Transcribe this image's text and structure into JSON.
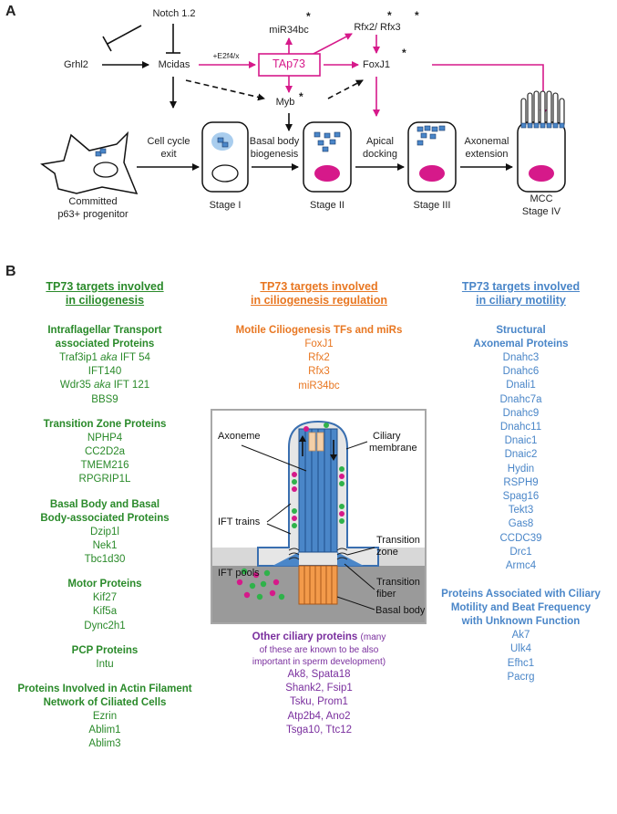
{
  "panel_a": {
    "letter": "A",
    "nodes": {
      "notch": "Notch 1.2",
      "grhl2": "Grhl2",
      "mcidas": "Mcidas",
      "e2f": "+E2f4/x",
      "tap73": "TAp73",
      "mir34": "miR34bc",
      "rfx": "Rfx2/ Rfx3",
      "foxj1": "FoxJ1",
      "myb": "Myb",
      "star": "*"
    },
    "stages": {
      "progenitor_1": "Committed",
      "progenitor_2": "p63+ progenitor",
      "step1_1": "Cell cycle",
      "step1_2": "exit",
      "step2_1": "Basal body",
      "step2_2": "biogenesis",
      "step3_1": "Apical",
      "step3_2": "docking",
      "step4_1": "Axonemal",
      "step4_2": "extension",
      "stage1": "Stage I",
      "stage2": "Stage II",
      "stage3": "Stage III",
      "mcc_1": "MCC",
      "mcc_2": "Stage IV"
    },
    "colors": {
      "magenta": "#d6198a",
      "black": "#111111",
      "cell_blue": "#4a86c8"
    }
  },
  "panel_b": {
    "letter": "B",
    "col1": {
      "header_1": "TP73 targets involved",
      "header_2": "in ciliogenesis",
      "groups": [
        {
          "title_1": "Intraflagellar Transport",
          "title_2": "associated Proteins",
          "items": [
            "IFT140",
            "BBS9"
          ],
          "aka1_a": "Traf3ip1 ",
          "aka1_b": "aka",
          "aka1_c": " IFT 54",
          "aka2_a": "Wdr35 ",
          "aka2_b": "aka",
          "aka2_c": " IFT 121"
        },
        {
          "title_1": "Transition Zone Proteins",
          "items": [
            "NPHP4",
            "CC2D2a",
            "TMEM216",
            "RPGRIP1L"
          ]
        },
        {
          "title_1": "Basal Body and Basal",
          "title_2": "Body-associated Proteins",
          "items": [
            "Dzip1l",
            "Nek1",
            "Tbc1d30"
          ]
        },
        {
          "title_1": "Motor Proteins",
          "items": [
            "Kif27",
            "Kif5a",
            "Dync2h1"
          ]
        },
        {
          "title_1": "PCP Proteins",
          "items": [
            "Intu"
          ]
        },
        {
          "title_1": "Proteins Involved in Actin Filament",
          "title_2": "Network of Ciliated Cells",
          "items": [
            "Ezrin",
            "Ablim1",
            "Ablim3"
          ]
        }
      ]
    },
    "col2": {
      "header_1": "TP73 targets involved",
      "header_2": "in ciliogenesis regulation",
      "group_title": "Motile Ciliogenesis TFs and miRs",
      "items": [
        "FoxJ1",
        "Rfx2",
        "Rfx3",
        "miR34bc"
      ],
      "other_title": "Other ciliary proteins",
      "other_note_1": "(many",
      "other_note_2": "of these are known to be also",
      "other_note_3": "important in sperm development)",
      "other_items": [
        "Ak8, Spata18",
        "Shank2, Fsip1",
        "Tsku, Prom1",
        "Atp2b4, Ano2",
        "Tsga10, Ttc12"
      ]
    },
    "col3": {
      "header_1": "TP73 targets involved",
      "header_2": "in ciliary motility",
      "groups": [
        {
          "title_1": "Structural",
          "title_2": "Axonemal Proteins",
          "items": [
            "Dnahc3",
            "Dnahc6",
            "Dnali1",
            "Dnahc7a",
            "Dnahc9",
            "Dnahc11",
            "Dnaic1",
            "Dnaic2",
            "Hydin",
            "RSPH9",
            "Spag16",
            "Tekt3",
            "Gas8",
            "CCDC39",
            "Drc1",
            "Armc4"
          ]
        },
        {
          "title_1": "Proteins Associated with Ciliary",
          "title_2": "Motility and Beat Frequency",
          "title_3": "with Unknown Function",
          "items": [
            "Ak7",
            "Ulk4",
            "Efhc1",
            "Pacrg"
          ]
        }
      ]
    },
    "cilium": {
      "axoneme": "Axoneme",
      "membrane_1": "Ciliary",
      "membrane_2": "membrane",
      "ift_trains": "IFT trains",
      "tz_1": "Transition",
      "tz_2": "zone",
      "ift_pools": "IFT pools",
      "tf_1": "Transition",
      "tf_2": "fiber",
      "basal_body": "Basal body"
    },
    "colors": {
      "green": "#2a8a2a",
      "orange": "#e87722",
      "blue": "#4a86c8",
      "purple": "#7a2f9e"
    }
  }
}
